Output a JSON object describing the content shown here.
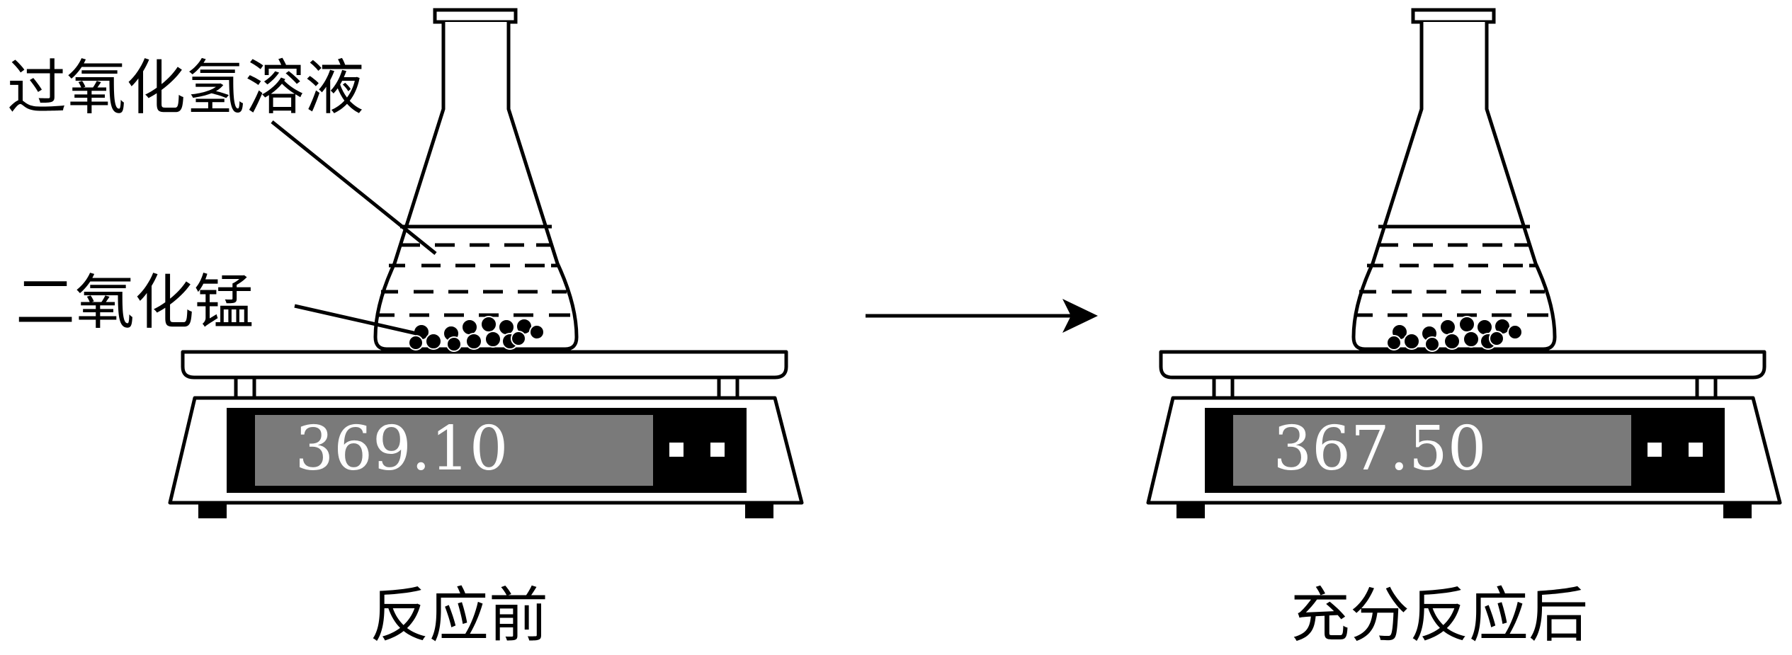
{
  "labels": {
    "hydrogen_peroxide": "过氧化氢溶液",
    "manganese_dioxide": "二氧化锰"
  },
  "scales": {
    "before": {
      "reading": "369.10",
      "caption": "反应前"
    },
    "after": {
      "reading": "367.50",
      "caption": "充分反应后"
    }
  },
  "colors": {
    "ink": "#000000",
    "display_bg": "#7a7a7a",
    "display_text": "#ffffff"
  }
}
